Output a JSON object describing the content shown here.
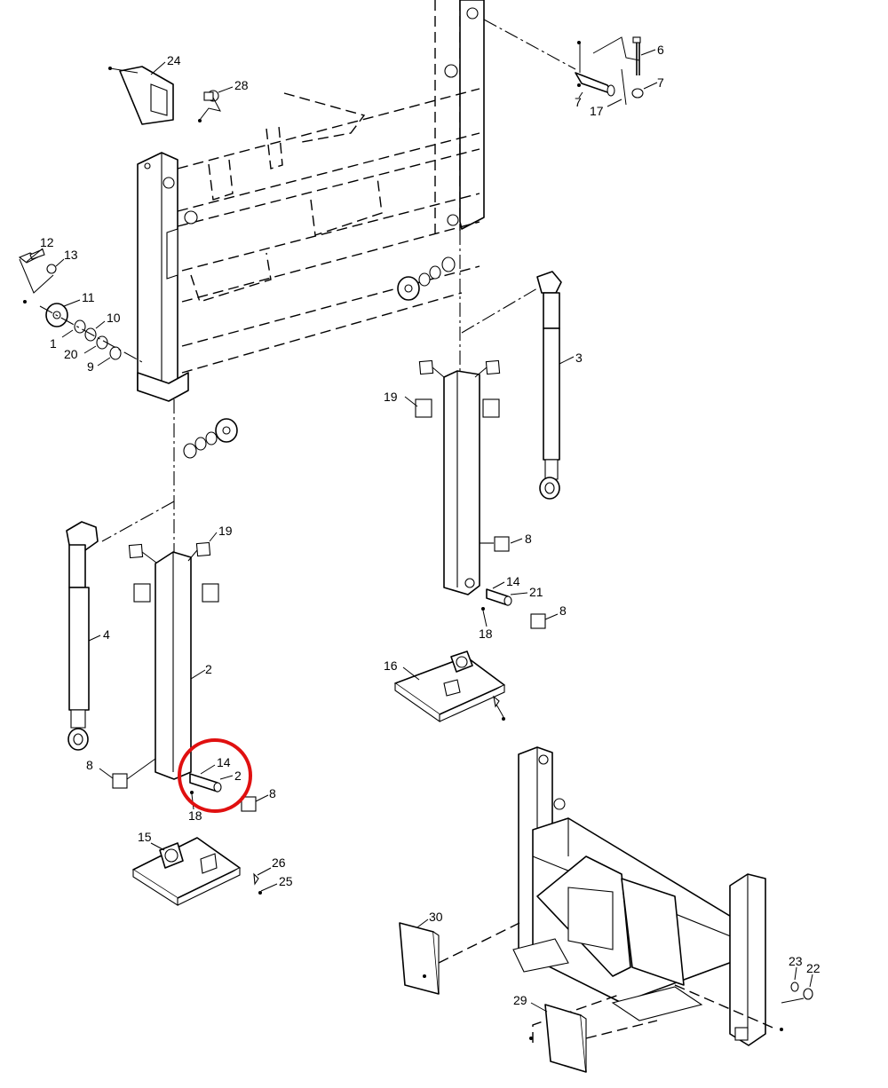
{
  "diagram": {
    "highlight_color": "#e01010",
    "line_color": "#000000",
    "background": "#ffffff",
    "callouts": {
      "c24": "24",
      "c28": "28",
      "c6": "6",
      "c7a": "7",
      "c7b": "7",
      "c17": "17",
      "c12": "12",
      "c13": "13",
      "c11": "11",
      "c10": "10",
      "c1": "1",
      "c20": "20",
      "c9": "9",
      "c3": "3",
      "c19a": "19",
      "c8a": "8",
      "c14a": "14",
      "c21": "21",
      "c8b": "8",
      "c18a": "18",
      "c16": "16",
      "c19b": "19",
      "c4": "4",
      "c2a": "2",
      "c8c": "8",
      "c14b": "14",
      "c2b": "2",
      "c8d": "8",
      "c18b": "18",
      "c15": "15",
      "c26": "26",
      "c25": "25",
      "c30": "30",
      "c23": "23",
      "c22": "22",
      "c29": "29"
    }
  }
}
